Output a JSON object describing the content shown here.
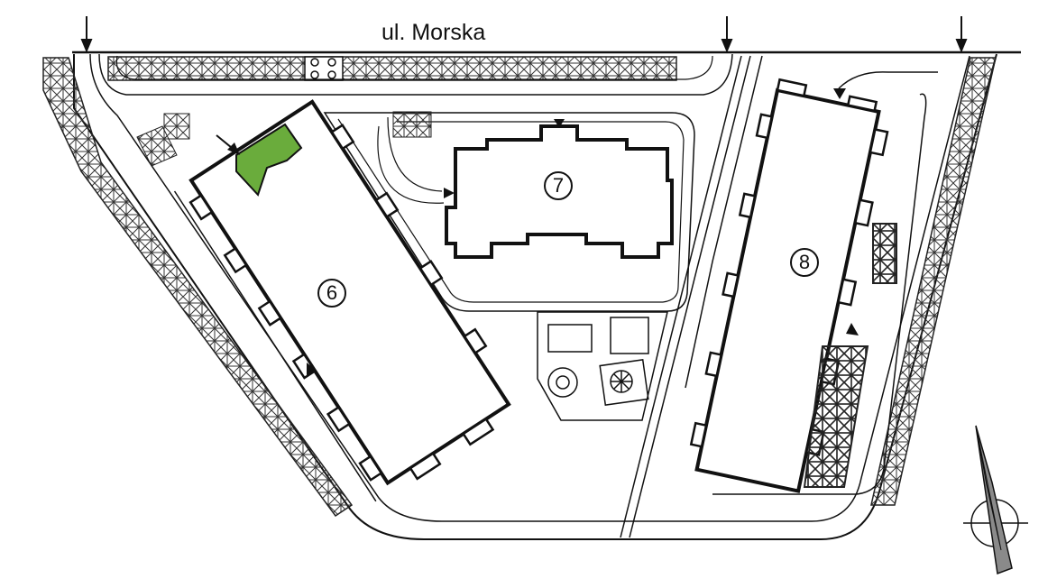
{
  "street": {
    "name": "ul. Morska"
  },
  "buildings": [
    {
      "number": "6"
    },
    {
      "number": "7"
    },
    {
      "number": "8"
    }
  ],
  "highlight": {
    "color": "#6aac3c"
  },
  "compass": {
    "icon": "north-arrow-icon"
  },
  "entrances": {
    "icon": "entrance-arrow-icon"
  }
}
